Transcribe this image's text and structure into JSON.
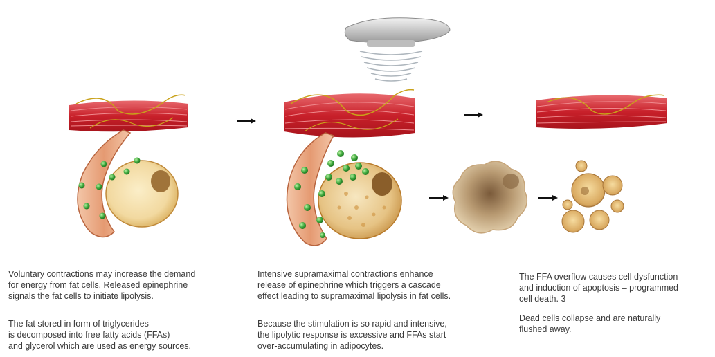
{
  "captions": {
    "stage1": {
      "p1": "Voluntary contractions may increase the demand\nfor energy from fat cells. Released epinephrine\nsignals the fat cells to initiate lipolysis.",
      "p2": "The fat stored in form of triglycerides\nis decomposed into free fatty acids (FFAs)\nand glycerol which are used as energy sources."
    },
    "stage2": {
      "p1": "Intensive supramaximal contractions enhance\nrelease of epinephrine which triggers a cascade\neffect leading to supramaximal lipolysis in fat cells.",
      "p2": "Because the stimulation is so rapid and intensive,\nthe lipolytic response is excessive and FFAs start\nover-accumulating in adipocytes."
    },
    "stage3": {
      "p1": "The FFA overflow causes cell dysfunction\nand induction of apoptosis – programmed\ncell death. 3",
      "p2": "Dead cells collapse and are naturally\nflushed away."
    }
  },
  "colors": {
    "muscle": "#c8202a",
    "muscle_light": "#e8555a",
    "nerve": "#c9a21a",
    "fat_cell": "#f2d9a0",
    "ffa": "#3aa53a",
    "vessel": "#e8a27a",
    "applicator": "#c9c9c9"
  },
  "icons": [
    "muscle-fiber-icon",
    "fat-cell-icon",
    "blood-vessel-icon",
    "applicator-icon",
    "ffa-molecule-icon",
    "arrow-right-icon",
    "apoptotic-cell-icon",
    "dead-cell-debris-icon"
  ]
}
